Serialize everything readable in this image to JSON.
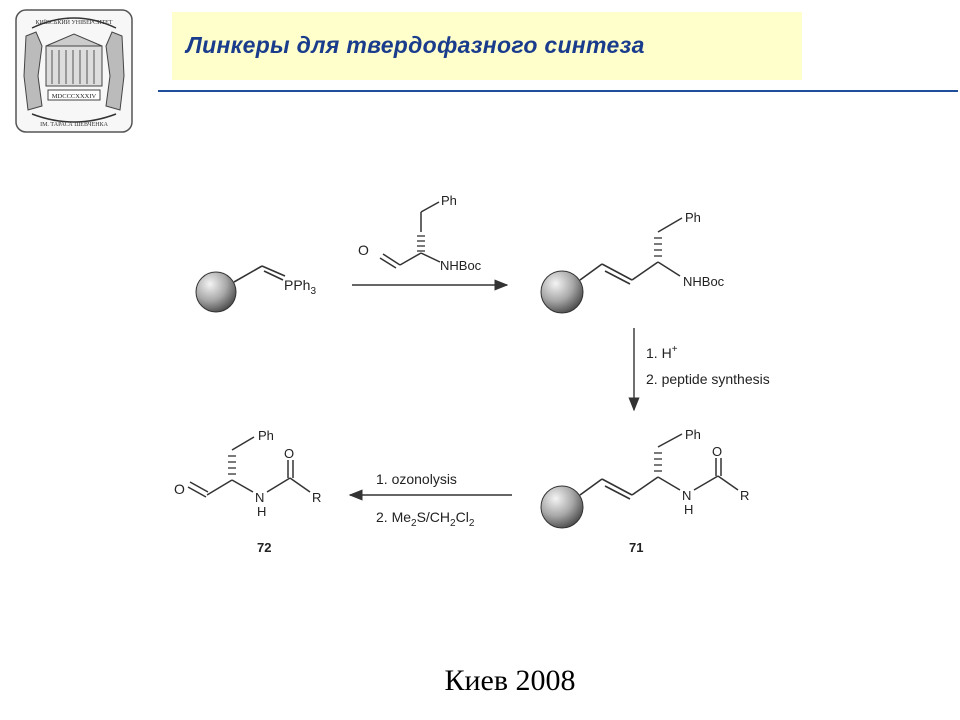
{
  "header": {
    "title": "Линкеры для твердофазного синтеза",
    "logo_text": {
      "top": "КИЇВСЬКИЙ УНІВЕРСИТЕТ",
      "year": "MDCCCXXXIV",
      "bottom": "ІМ. ТАРАСА ШЕВЧЕНКА"
    }
  },
  "scheme": {
    "reagent_top_group": "Ph",
    "reagent_amine": "NHBoc",
    "start_group": "PPh",
    "start_group_sub": "3",
    "product1_ph": "Ph",
    "product1_amine": "NHBoc",
    "step_down_1_prefix": "1. H",
    "step_down_1_sup": "+",
    "step_down_2": "2. peptide synthesis",
    "compound71_ph": "Ph",
    "compound71_n": "N",
    "compound71_h": "H",
    "compound71_r": "R",
    "step_left_1": "1. ozonolysis",
    "step_left_2_a": "2. Me",
    "step_left_2_sub1": "2",
    "step_left_2_b": "S/CH",
    "step_left_2_sub2": "2",
    "step_left_2_c": "Cl",
    "step_left_2_sub3": "2",
    "compound72_ph": "Ph",
    "compound72_n": "N",
    "compound72_h": "H",
    "compound72_r": "R",
    "label_72": "72",
    "label_71": "71"
  },
  "footer": {
    "text": "Киев 2008"
  }
}
